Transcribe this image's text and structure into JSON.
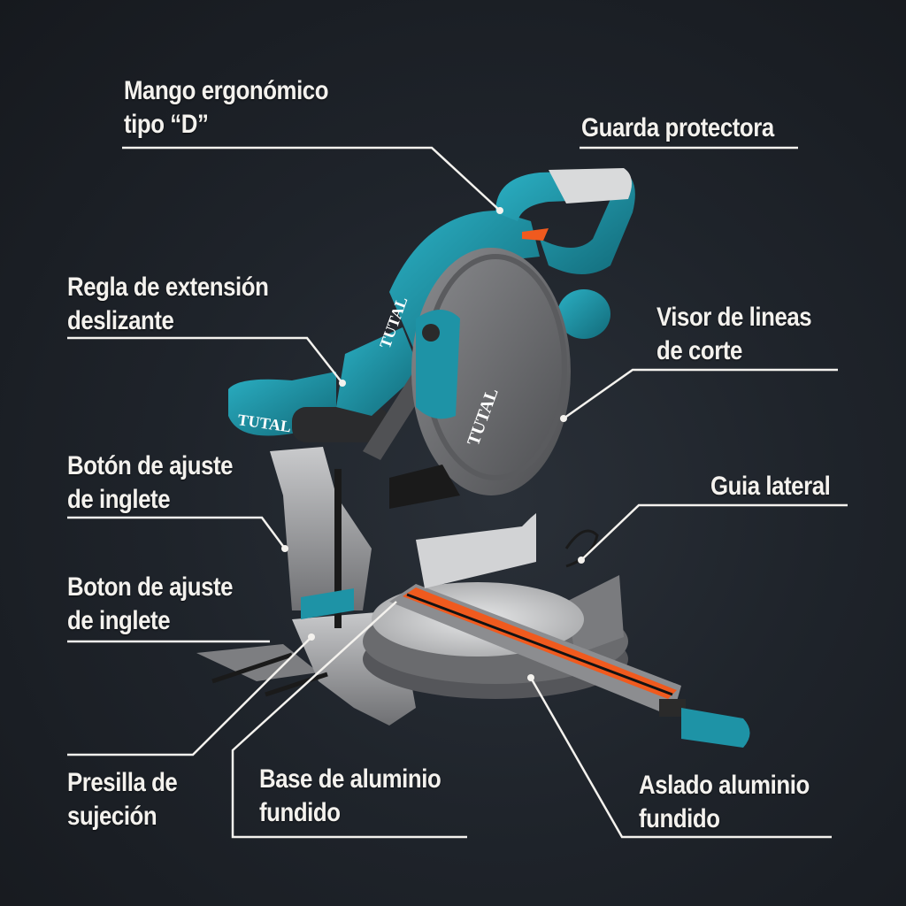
{
  "product": {
    "brand": "TUTAL",
    "type": "miter-saw",
    "colors": {
      "background": "#1d2127",
      "body_teal": "#1e93a6",
      "body_teal_dark": "#136b7a",
      "guard_gray": "#6e6f72",
      "base_silver": "#9a9b9e",
      "laser_orange": "#f05a1e",
      "leader_line": "#f4f2ee",
      "label_text": "#f4f2ee"
    }
  },
  "callouts": [
    {
      "id": "mango",
      "line1": "Mango ergonómico",
      "line2": "tipo “D”"
    },
    {
      "id": "guarda",
      "line1": "Guarda protectora",
      "line2": ""
    },
    {
      "id": "regla",
      "line1": "Regla de extensión",
      "line2": "deslizante"
    },
    {
      "id": "visor",
      "line1": "Visor de lineas",
      "line2": "de corte"
    },
    {
      "id": "boton1",
      "line1": "Botón de ajuste",
      "line2": "de inglete"
    },
    {
      "id": "guia",
      "line1": "Guia lateral",
      "line2": ""
    },
    {
      "id": "boton2",
      "line1": "Boton de ajuste",
      "line2": "de inglete"
    },
    {
      "id": "presilla",
      "line1": "Presilla de",
      "line2": "sujeción"
    },
    {
      "id": "base",
      "line1": "Base de aluminio",
      "line2": "fundido"
    },
    {
      "id": "aslado",
      "line1": "Aslado aluminio",
      "line2": "fundido"
    }
  ]
}
